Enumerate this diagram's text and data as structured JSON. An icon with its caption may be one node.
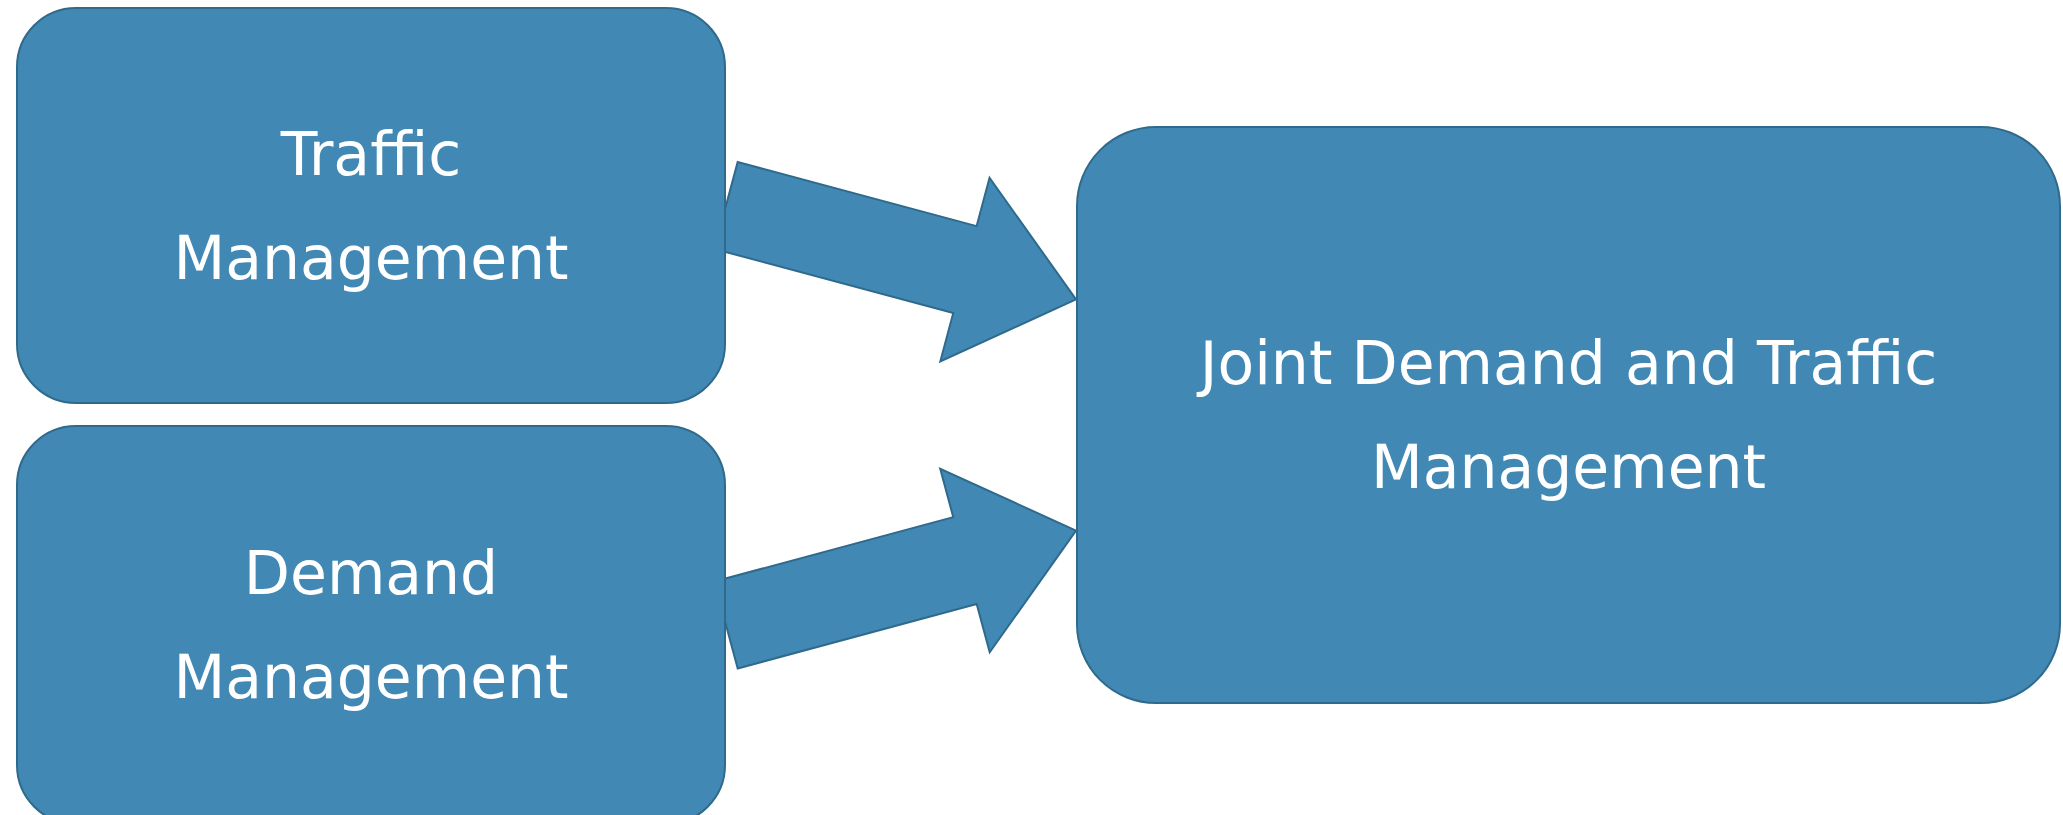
{
  "diagram": {
    "nodes": [
      {
        "text": [
          "Traffic Management"
        ]
      },
      {
        "text": [
          "Demand Management"
        ]
      },
      {
        "text": [
          "Joint Demand and Traffic Management"
        ]
      }
    ],
    "edges": [
      {
        "from": 0,
        "to": 2,
        "arrow": "to"
      },
      {
        "from": 1,
        "to": 2,
        "arrow": "to"
      }
    ]
  }
}
